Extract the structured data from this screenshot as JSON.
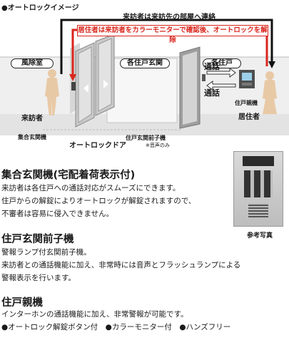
{
  "figure": {
    "title": "●オートロックイメージ",
    "visitor_banner": "来訪者は来訪先の部屋へ連絡",
    "resident_banner": "居住者は来訪者をカラーモニターで確認後、オートロックを解除",
    "room_lobby": "風除室",
    "room_entrance": "各住戸玄関",
    "room_unit": "各住戸",
    "call_label_1": "通話",
    "call_label_2": "通話",
    "visitor_label": "来訪者",
    "resident_label": "居住者",
    "master_unit_label": "住戸親機",
    "lobby_panel_label": "集合玄関機",
    "autolock_door_label": "オートロックドア",
    "entrance_handset_label": "住戸玄関前子機",
    "audio_only_note": "※音声のみ"
  },
  "photo_caption": "参考写真",
  "sections": [
    {
      "heading": "集合玄関機(宅配着荷表示付)",
      "lines": [
        "来訪者は各住戸への通話対応がスムーズにできます。",
        "住戸からの解錠によりオートロックが解錠されますので、",
        "不審者は容易に侵入できません。"
      ]
    },
    {
      "heading": "住戸玄関前子機",
      "lines": [
        "警報ランプ付玄関前子機。",
        "来訪者との通話機能に加え、非常時には音声とフラッシュランプによる",
        "警報表示を行います。"
      ]
    },
    {
      "heading": "住戸親機",
      "lines": [
        "インターホンの通話機能に加え、非常警報が可能です。",
        "●オートロック解錠ボタン付　●カラーモニター付　●ハンズフリー"
      ]
    }
  ]
}
